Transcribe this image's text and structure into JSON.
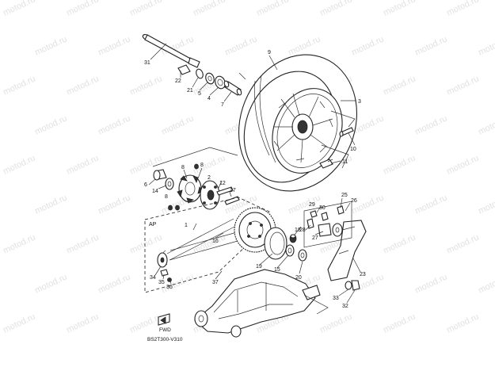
{
  "watermark": "motod.ru",
  "diagram_code": "BS2T300-V310",
  "ap_label": "AP",
  "front_mark": "FWD",
  "callouts": {
    "c31": "31",
    "c22": "22",
    "c21": "21",
    "c5": "5",
    "c4": "4",
    "c7": "7",
    "c9": "9",
    "c3": "3",
    "c10": "10",
    "c11": "11",
    "c6": "6",
    "c14": "14",
    "c8a": "8",
    "c8b": "8",
    "c8c": "8",
    "c2": "2",
    "c12": "12",
    "c17": "17",
    "c1": "1",
    "c16": "16",
    "c25": "25",
    "c26": "26",
    "c29": "29",
    "c30": "30",
    "c28": "28",
    "c27": "27",
    "c18": "18",
    "c19": "19",
    "c15": "15",
    "c20": "20",
    "c23": "23",
    "c34": "34",
    "c35": "35",
    "c36": "36",
    "c37": "37",
    "c33": "33",
    "c32": "32"
  }
}
